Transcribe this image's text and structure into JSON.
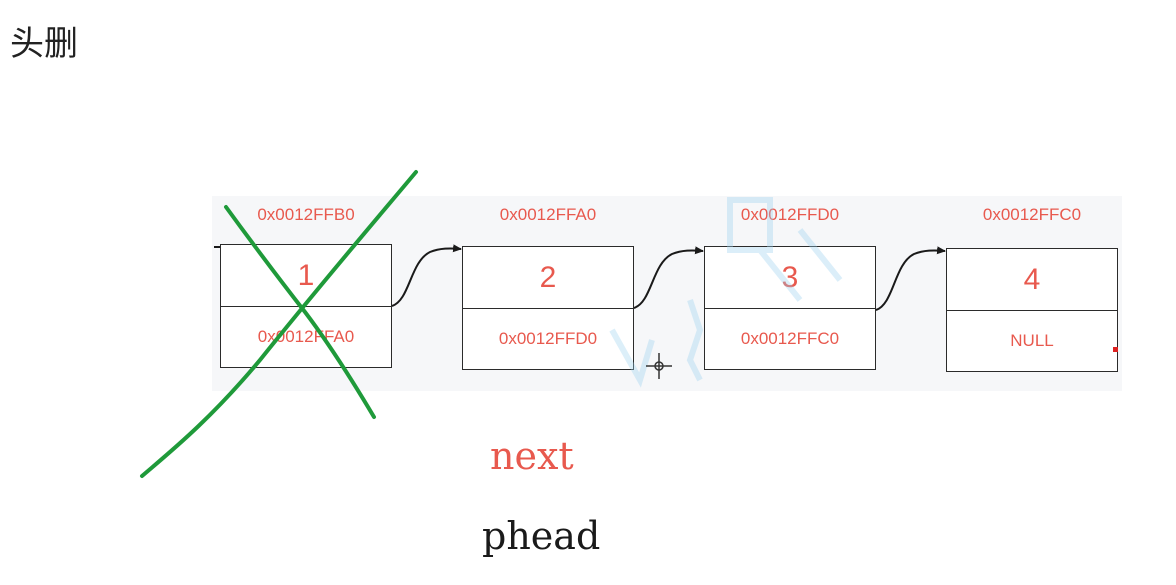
{
  "title": "头删",
  "nodes": [
    {
      "address": "0x0012FFB0",
      "value": "1",
      "next": "0x0012FFA0"
    },
    {
      "address": "0x0012FFA0",
      "value": "2",
      "next": "0x0012FFD0"
    },
    {
      "address": "0x0012FFD0",
      "value": "3",
      "next": "0x0012FFC0"
    },
    {
      "address": "0x0012FFC0",
      "value": "4",
      "next": "NULL"
    }
  ],
  "labels": {
    "next": "next",
    "phead": "phead"
  },
  "colors": {
    "accent": "#e8594e",
    "cross": "#1f9a3a",
    "border": "#2b2b2b",
    "panel": "#f6f7f9"
  }
}
